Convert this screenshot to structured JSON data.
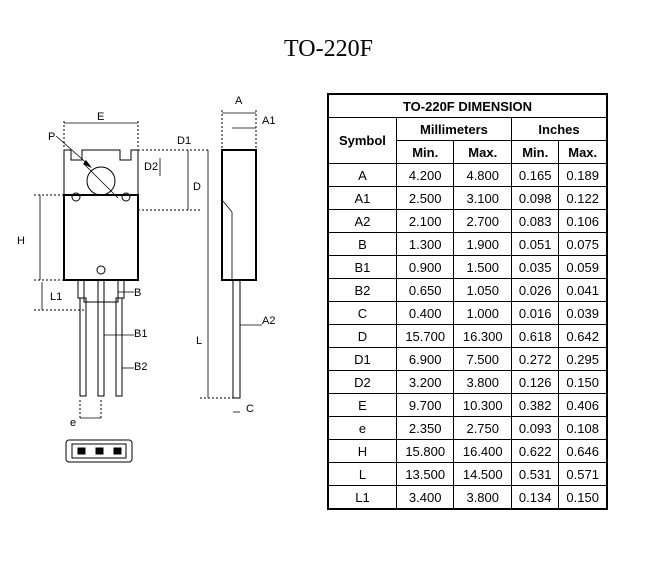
{
  "page_title": "TO-220F",
  "drawing_labels": {
    "E": "E",
    "A": "A",
    "A1": "A1",
    "P": "P",
    "D1": "D1",
    "D2": "D2",
    "D": "D",
    "H": "H",
    "L1": "L1",
    "B": "B",
    "A2": "A2",
    "L": "L",
    "B1": "B1",
    "B2": "B2",
    "C": "C",
    "e": "e"
  },
  "table": {
    "title": "TO-220F DIMENSION",
    "symbol_header": "Symbol",
    "group_mm": "Millimeters",
    "group_in": "Inches",
    "min": "Min.",
    "max": "Max.",
    "rows": [
      {
        "sym": "A",
        "mm_min": "4.200",
        "mm_max": "4.800",
        "in_min": "0.165",
        "in_max": "0.189"
      },
      {
        "sym": "A1",
        "mm_min": "2.500",
        "mm_max": "3.100",
        "in_min": "0.098",
        "in_max": "0.122"
      },
      {
        "sym": "A2",
        "mm_min": "2.100",
        "mm_max": "2.700",
        "in_min": "0.083",
        "in_max": "0.106"
      },
      {
        "sym": "B",
        "mm_min": "1.300",
        "mm_max": "1.900",
        "in_min": "0.051",
        "in_max": "0.075"
      },
      {
        "sym": "B1",
        "mm_min": "0.900",
        "mm_max": "1.500",
        "in_min": "0.035",
        "in_max": "0.059"
      },
      {
        "sym": "B2",
        "mm_min": "0.650",
        "mm_max": "1.050",
        "in_min": "0.026",
        "in_max": "0.041"
      },
      {
        "sym": "C",
        "mm_min": "0.400",
        "mm_max": "1.000",
        "in_min": "0.016",
        "in_max": "0.039"
      },
      {
        "sym": "D",
        "mm_min": "15.700",
        "mm_max": "16.300",
        "in_min": "0.618",
        "in_max": "0.642"
      },
      {
        "sym": "D1",
        "mm_min": "6.900",
        "mm_max": "7.500",
        "in_min": "0.272",
        "in_max": "0.295"
      },
      {
        "sym": "D2",
        "mm_min": "3.200",
        "mm_max": "3.800",
        "in_min": "0.126",
        "in_max": "0.150"
      },
      {
        "sym": "E",
        "mm_min": "9.700",
        "mm_max": "10.300",
        "in_min": "0.382",
        "in_max": "0.406"
      },
      {
        "sym": "e",
        "mm_min": "2.350",
        "mm_max": "2.750",
        "in_min": "0.093",
        "in_max": "0.108"
      },
      {
        "sym": "H",
        "mm_min": "15.800",
        "mm_max": "16.400",
        "in_min": "0.622",
        "in_max": "0.646"
      },
      {
        "sym": "L",
        "mm_min": "13.500",
        "mm_max": "14.500",
        "in_min": "0.531",
        "in_max": "0.571"
      },
      {
        "sym": "L1",
        "mm_min": "3.400",
        "mm_max": "3.800",
        "in_min": "0.134",
        "in_max": "0.150"
      }
    ]
  }
}
